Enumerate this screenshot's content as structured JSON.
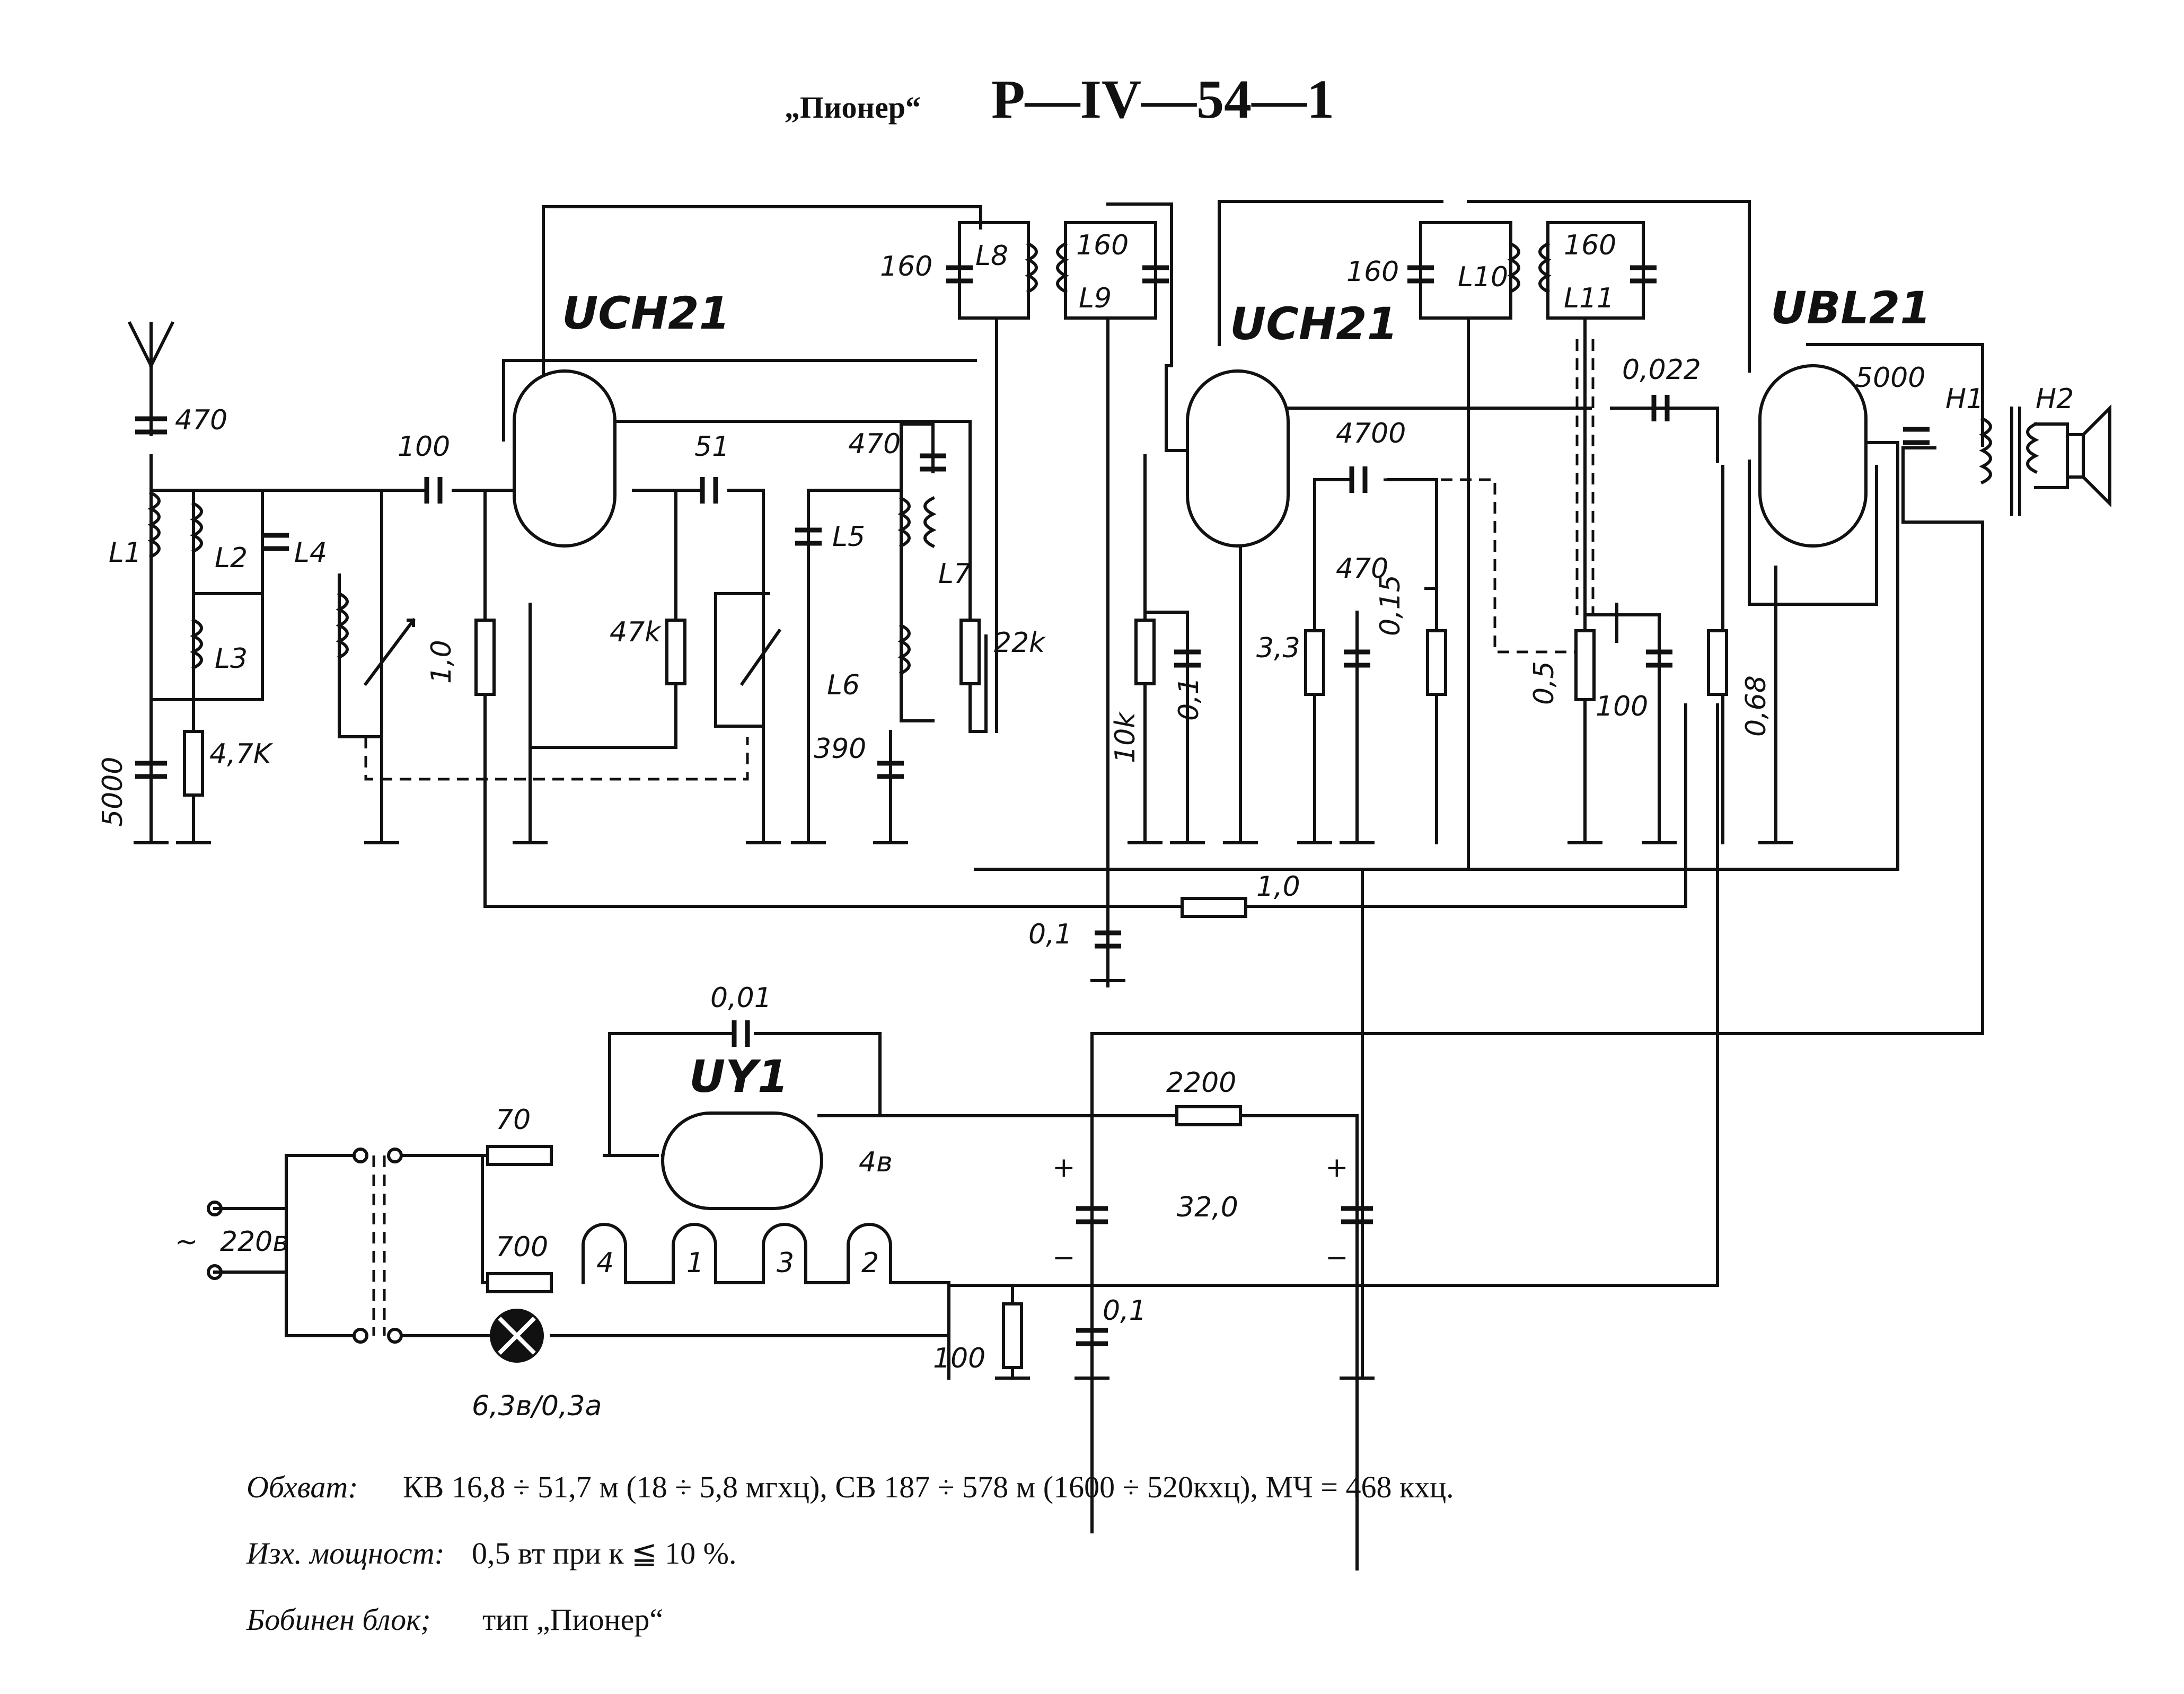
{
  "title": {
    "brand": "„Пионер“",
    "model": "Р—IV—54—1"
  },
  "tubes": {
    "v1": "UCH21",
    "v2": "UCH21",
    "v3": "UBL21",
    "v4": "UY1"
  },
  "inductors": [
    "L1",
    "L2",
    "L3",
    "L4",
    "L5",
    "L6",
    "L7",
    "L8",
    "L9",
    "L10",
    "L11",
    "H1",
    "H2"
  ],
  "labels": {
    "c_ant": "470",
    "c_grid": "100",
    "c_51": "51",
    "c_470b": "470",
    "c_160a": "160",
    "c_160b": "160",
    "c_160c": "160",
    "c_160d": "160",
    "c_4700": "4700",
    "c_0022": "0,022",
    "c_5000_out": "5000",
    "c_5000_in": "5000",
    "r_47k_in": "4,7K",
    "r_10": "1,0",
    "r_47k": "47k",
    "c_390": "390",
    "r_22k": "22k",
    "r_10k": "10k",
    "c_01a": "0,1",
    "r_33": "3,3",
    "c_470c": "470",
    "c_015": "0,15",
    "r_05": "0,5",
    "c_100": "100",
    "r_068": "0,68",
    "r_1_0": "1,0",
    "c_01b": "0,1",
    "c_001": "0,01",
    "r_70": "70",
    "r_700": "700",
    "r_2200": "2200",
    "c_320": "32,0",
    "c_01c": "0,1",
    "r_100": "100",
    "mains": "220в",
    "lamp": "6,3в/0,3а",
    "heater": "4в",
    "fil_1": "4",
    "fil_2": "1",
    "fil_3": "3",
    "fil_4": "2",
    "plus1": "+",
    "minus1": "−",
    "plus2": "+",
    "minus2": "−",
    "ac": "~"
  },
  "specs": {
    "line1_head": "Обхват:",
    "line1_text": "КВ 16,8 ÷ 51,7 м (18 ÷ 5,8 мгхц), СВ 187 ÷ 578 м (1600 ÷ 520кхц), МЧ = 468 кхц.",
    "line2_head": "Изх. мощност:",
    "line2_text": "0,5 вт при к ≦ 10 %.",
    "line3_head": "Бобинен блок;",
    "line3_text": "тип „Пионер“"
  }
}
